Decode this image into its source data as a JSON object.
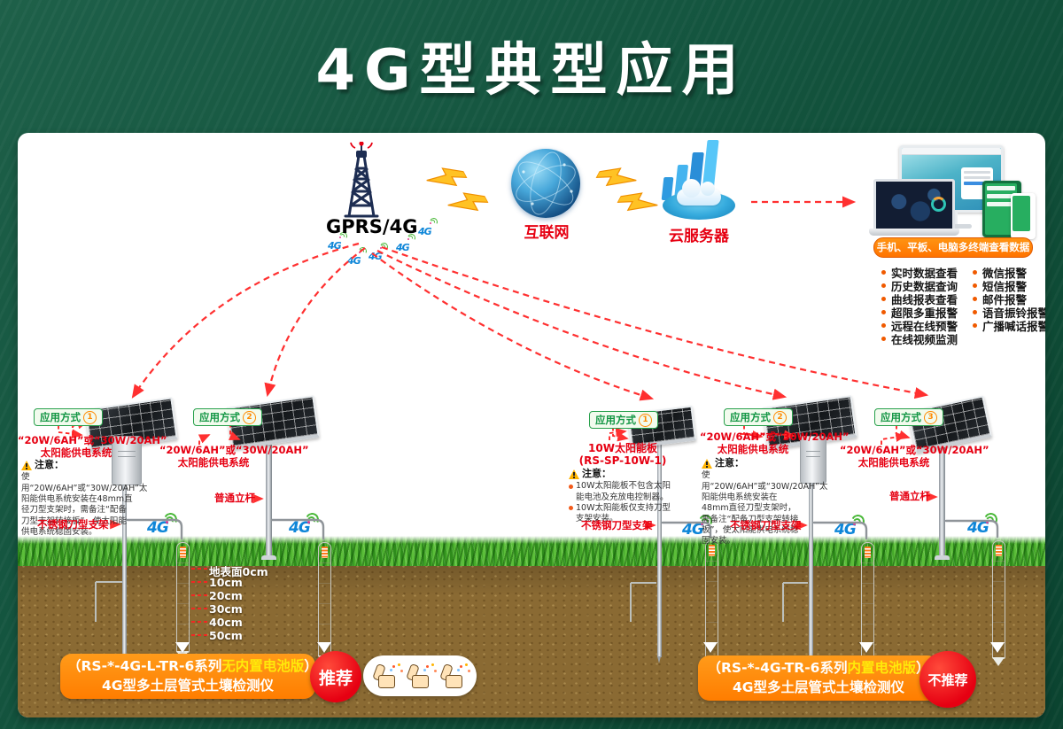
{
  "page": {
    "title": "4G型典型应用"
  },
  "colors": {
    "bg_green": "#125640",
    "accent_red": "#e60012",
    "orange": "#ff8800",
    "label_green": "#27a04b",
    "g4_blue": "#0e86d8",
    "soil_brown": "#8a6a33"
  },
  "top": {
    "tower_label": "GPRS/4G",
    "internet_label": "互联网",
    "cloud_label": "云服务器",
    "devices_caption": "手机、平板、电脑多终端查看数据"
  },
  "labels": {
    "g4": "4G"
  },
  "features": {
    "col1": [
      "实时数据查看",
      "历史数据查询",
      "曲线报表查看",
      "超限多重报警",
      "远程在线预警",
      "在线视频监测"
    ],
    "col2": [
      "微信报警",
      "短信报警",
      "邮件报警",
      "语音振铃报警",
      "广播喊话报警"
    ]
  },
  "installations": [
    {
      "method": "应用方式",
      "num": "1",
      "power1": "“20W/6AH”或“30W/20AH”",
      "power2": "太阳能供电系统",
      "mount": "不锈钢刀型支架"
    },
    {
      "method": "应用方式",
      "num": "2",
      "power1": "“20W/6AH”或“30W/20AH”",
      "power2": "太阳能供电系统",
      "mount": "普通立杆"
    },
    {
      "method": "应用方式",
      "num": "1",
      "power1": "10W太阳能板",
      "power2": "(RS-SP-10W-1)",
      "mount": "不锈钢刀型支架"
    },
    {
      "method": "应用方式",
      "num": "2",
      "power1": "“20W/6AH”或“30W/20AH”",
      "power2": "太阳能供电系统",
      "mount": "不锈钢刀型支架"
    },
    {
      "method": "应用方式",
      "num": "3",
      "power1": "“20W/6AH”或“30W/20AH”",
      "power2": "太阳能供电系统",
      "mount": "普通立杆"
    }
  ],
  "warning_std": {
    "title": "注意：",
    "body": "使用“20W/6AH”或“30W/20AH”太阳能供电系统安装在48mm直径刀型支架时，需备注“配备刀型支架转接板”，使太阳能供电系统稳固安装。"
  },
  "warning_10w": {
    "title": "注意：",
    "item1": "10W太阳能板不包含太阳能电池及充放电控制器。",
    "item2": "10W太阳能板仅支持刀型支架安装。"
  },
  "depth_labels": [
    "地表面0cm",
    "10cm",
    "20cm",
    "30cm",
    "40cm",
    "50cm"
  ],
  "bottom_left": {
    "series_prefix": "（RS-*-4G-L-TR-6系列",
    "series_highlight": "无内置电池版",
    "series_suffix": "）",
    "product": "4G型多土层管式土壤检测仪",
    "badge": "推荐"
  },
  "bottom_right": {
    "series_prefix": "（RS-*-4G-TR-6系列",
    "series_highlight": "内置电池版",
    "series_suffix": "）",
    "product": "4G型多土层管式土壤检测仪",
    "badge": "不推荐"
  }
}
